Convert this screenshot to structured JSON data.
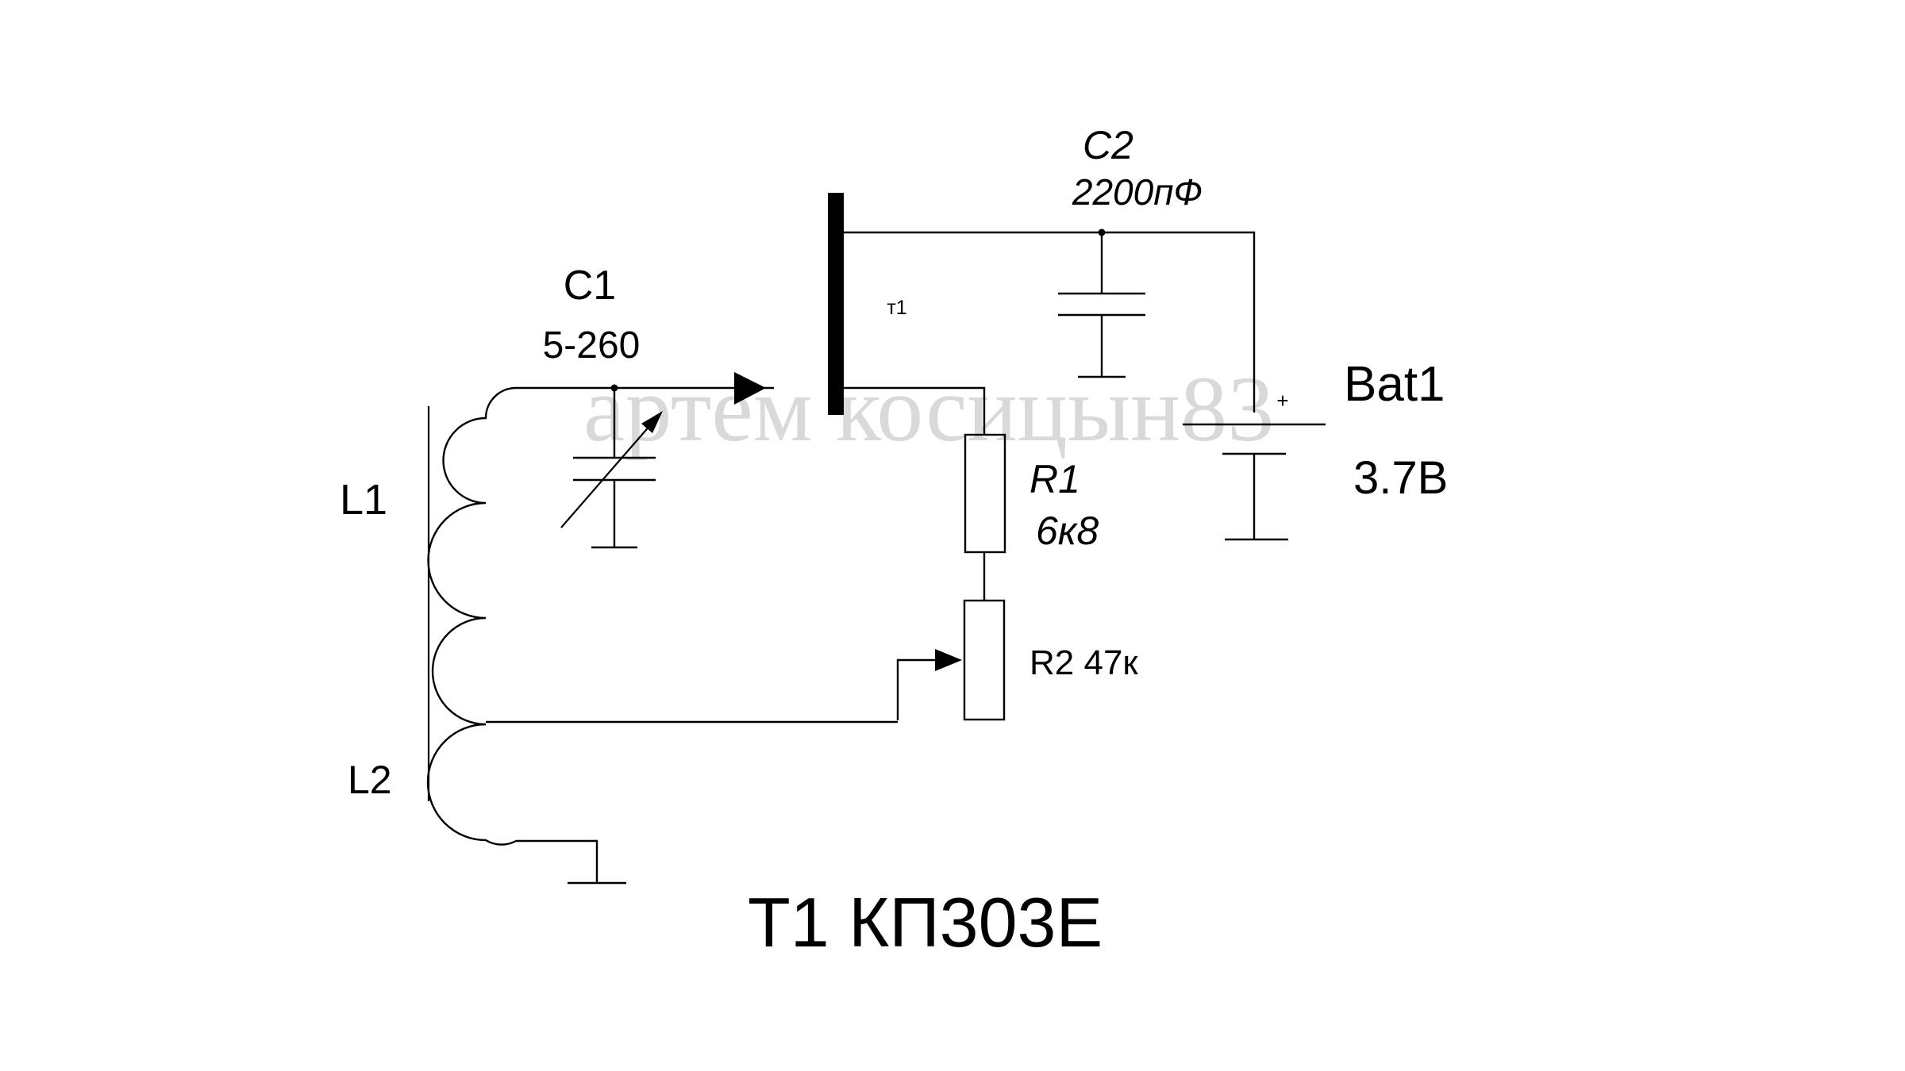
{
  "diagram": {
    "watermark": "артем косицын83",
    "components": {
      "c1": {
        "ref": "C1",
        "value": "5-260"
      },
      "c2": {
        "ref": "C2",
        "value": "2200пФ"
      },
      "t1": {
        "ref": "т1"
      },
      "bat1": {
        "ref": "Bat1",
        "value": "3.7В",
        "polarity": "+"
      },
      "r1": {
        "ref": "R1",
        "value": "6к8"
      },
      "r2": {
        "label": "R2 47к"
      },
      "l1": {
        "ref": "L1"
      },
      "l2": {
        "ref": "L2"
      }
    },
    "caption": "T1 КП303Е",
    "colors": {
      "ink": "#000000",
      "background": "#ffffff",
      "watermark": "#d9d9d9"
    }
  }
}
